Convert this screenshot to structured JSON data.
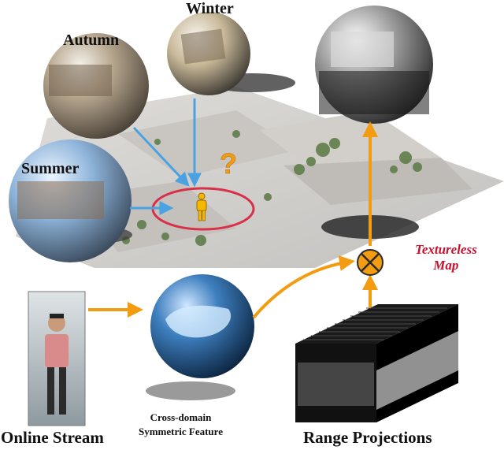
{
  "seasons": {
    "winter": "Winter",
    "autumn": "Autumn",
    "summer": "Summer"
  },
  "labels": {
    "textureless_line1": "Textureless",
    "textureless_line2": "Map",
    "online_stream": "Online Stream",
    "cross_domain_line1": "Cross-domain",
    "cross_domain_line2": "Symmetric Feature",
    "range_projections": "Range Projections",
    "question_mark": "?"
  },
  "colors": {
    "arrow_orange": "#f39c12",
    "arrow_blue": "#4aa3e0",
    "ellipse_red": "#d9304a",
    "textureless_red": "#c8102e",
    "person_yellow": "#f5b800"
  }
}
